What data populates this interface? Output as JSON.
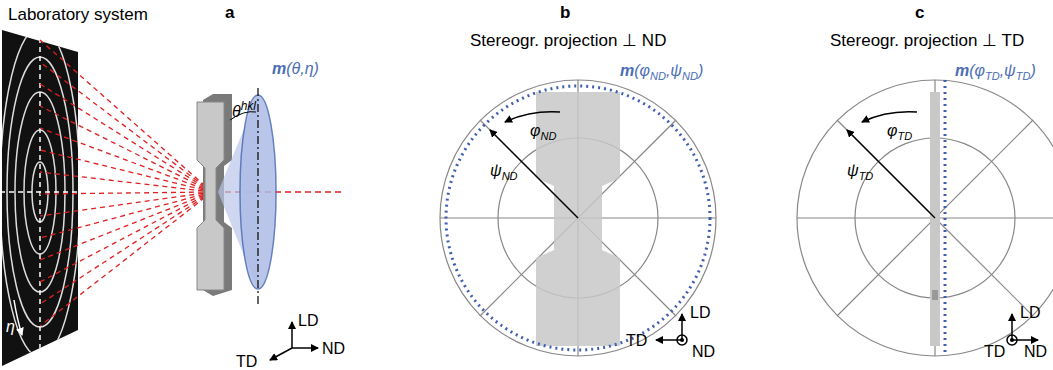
{
  "diagram": {
    "labels": [
      "a",
      "Laboratory system",
      "θ",
      "hkl",
      "m",
      "(θ,η)",
      "η",
      "LD",
      "TD",
      "ND",
      "b",
      "Stereogr. projection ⊥ ND",
      "m",
      "(φ",
      "ND",
      ",ψ",
      "ND",
      ")",
      "φ",
      "ND",
      "ψ",
      "ND",
      "LD",
      "TD",
      "ND",
      "c",
      "Stereogr. projection ⊥ TD",
      "m",
      "(φ",
      "TD",
      ",ψ",
      "TD",
      ")",
      "φ",
      "TD",
      "ψ",
      "TD",
      "LD",
      "TD",
      "ND"
    ]
  }
}
